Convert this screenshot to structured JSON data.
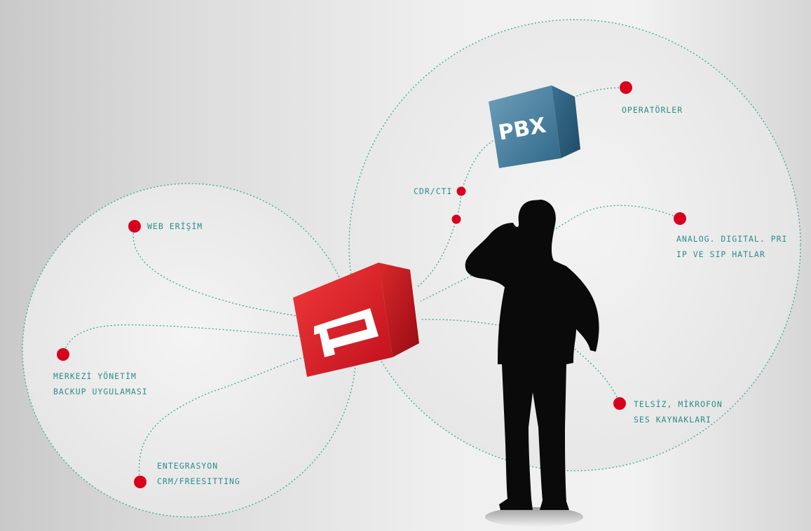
{
  "colors": {
    "background_light": "#f0f0f0",
    "background_dark": "#c8c8c8",
    "circle_fill": "#ececec",
    "dotted_line": "#4aa8a0",
    "node_red": "#d8001c",
    "label_teal": "#2e8c8c",
    "pbx_blue": "#3f7c9a",
    "hub_red": "#d41a24"
  },
  "pbx_label": "PBX",
  "nodes": {
    "web_erisim": {
      "label": "WEB ERİŞİM"
    },
    "merkezi": {
      "line1": "MERKEZİ YÖNETİM",
      "line2": "BACKUP UYGULAMASI"
    },
    "entegrasyon": {
      "line1": "ENTEGRASYON",
      "line2": "CRM/FREESITTING"
    },
    "cdr_cti": {
      "label": "CDR/CTI"
    },
    "operatorler": {
      "label": "OPERATÖRLER"
    },
    "analog": {
      "line1": "ANALOG. DIGITAL. PRI",
      "line2": "IP VE SIP HATLAR"
    },
    "telsiz": {
      "line1": "TELSİZ, MİKROFON",
      "line2": "SES KAYNAKLARI"
    }
  }
}
